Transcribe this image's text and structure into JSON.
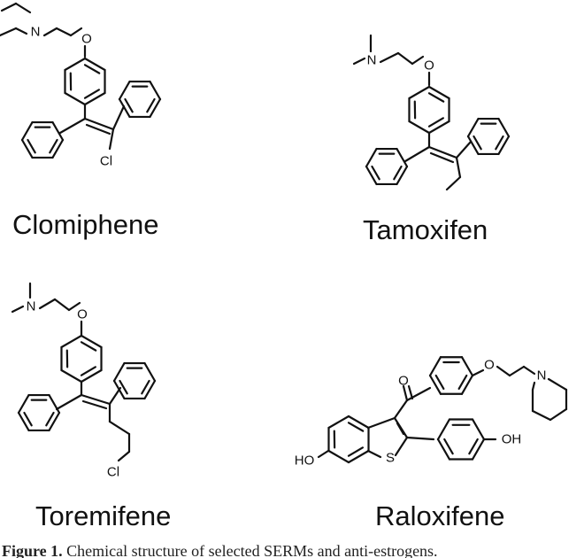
{
  "compounds": [
    {
      "key": "clomiphene",
      "name": "Clomiphene",
      "atoms": [
        "N",
        "O",
        "Cl"
      ]
    },
    {
      "key": "tamoxifen",
      "name": "Tamoxifen",
      "atoms": [
        "N",
        "O"
      ]
    },
    {
      "key": "toremifene",
      "name": "Toremifene",
      "atoms": [
        "N",
        "O",
        "Cl"
      ]
    },
    {
      "key": "raloxifene",
      "name": "Raloxifene",
      "atoms": [
        "O",
        "O",
        "N",
        "HO",
        "S",
        "OH"
      ]
    }
  ],
  "caption": {
    "label": "Figure 1.",
    "text": "Chemical structure of selected SERMs and anti-estrogens."
  }
}
